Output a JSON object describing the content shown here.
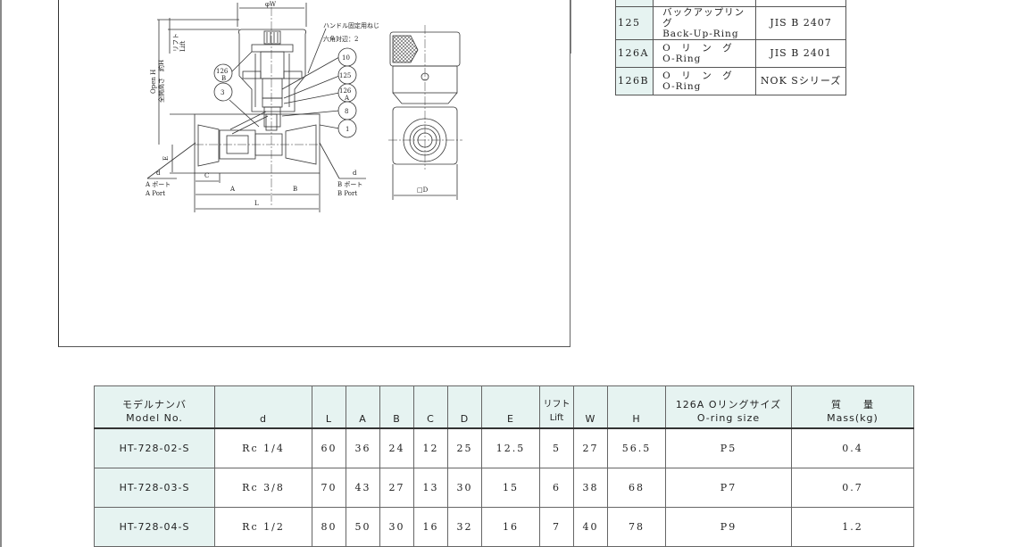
{
  "drawing": {
    "labels": {
      "phi_w": "φW",
      "handle_screw": "ハンドル固定用ねじ",
      "hex_across": "六角対辺：2",
      "lift_jp": "リフト",
      "lift_en": "Lift",
      "open_h_en": "Open H",
      "open_h_jp": "全開高さ　約H",
      "e": "E",
      "d_left": "d",
      "a_port_jp": "A ポート",
      "a_port_en": "A Port",
      "d_right": "d",
      "b_port_jp": "B ポート",
      "b_port_en": "B Port",
      "c": "C",
      "a": "A",
      "b": "B",
      "l": "L",
      "square_d": "□D"
    },
    "balloons": [
      {
        "id": "126B",
        "main": "126",
        "sub": "B"
      },
      {
        "id": "3",
        "main": "3",
        "sub": ""
      },
      {
        "id": "10",
        "main": "10",
        "sub": ""
      },
      {
        "id": "125",
        "main": "125",
        "sub": ""
      },
      {
        "id": "126A",
        "main": "126",
        "sub": "A"
      },
      {
        "id": "8",
        "main": "8",
        "sub": ""
      },
      {
        "id": "1",
        "main": "1",
        "sub": ""
      }
    ]
  },
  "parts_table": {
    "rows": [
      {
        "no": "125",
        "name_jp": "バックアップリング",
        "name_en": "Back-Up-Ring",
        "standard": "JIS B 2407"
      },
      {
        "no": "126A",
        "name_jp": "O　リ　ン　グ",
        "name_en": "O-Ring",
        "standard": "JIS B 2401"
      },
      {
        "no": "126B",
        "name_jp": "O　リ　ン　グ",
        "name_en": "O-Ring",
        "standard": "NOK Sシリーズ"
      }
    ]
  },
  "spec_table": {
    "headers": {
      "model_jp": "モデルナンバ",
      "model_en": "Model No.",
      "d": "d",
      "L": "L",
      "A": "A",
      "B": "B",
      "C": "C",
      "D": "D",
      "E": "E",
      "lift_jp": "リフト",
      "lift_en": "Lift",
      "W": "W",
      "H": "H",
      "oring_jp": "126A Oリングサイズ",
      "oring_en": "O-ring size",
      "mass_jp": "質　　量",
      "mass_en": "Mass(kg)"
    },
    "rows": [
      {
        "model": "HT-728-02-S",
        "d": "Rc 1/4",
        "L": "60",
        "A": "36",
        "B": "24",
        "C": "12",
        "D": "25",
        "E": "12.5",
        "lift": "5",
        "W": "27",
        "H": "56.5",
        "oring": "P5",
        "mass": "0.4"
      },
      {
        "model": "HT-728-03-S",
        "d": "Rc 3/8",
        "L": "70",
        "A": "43",
        "B": "27",
        "C": "13",
        "D": "30",
        "E": "15",
        "lift": "6",
        "W": "38",
        "H": "68",
        "oring": "P7",
        "mass": "0.7"
      },
      {
        "model": "HT-728-04-S",
        "d": "Rc 1/2",
        "L": "80",
        "A": "50",
        "B": "30",
        "C": "16",
        "D": "32",
        "E": "16",
        "lift": "7",
        "W": "40",
        "H": "78",
        "oring": "P9",
        "mass": "1.2"
      }
    ]
  }
}
